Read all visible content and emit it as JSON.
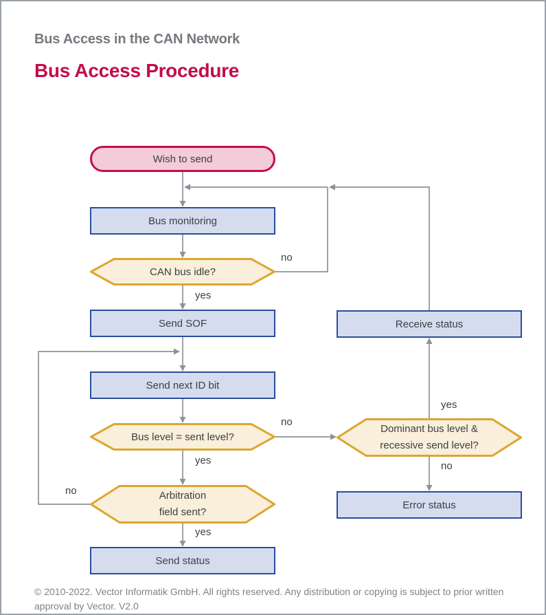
{
  "header": {
    "eyebrow": "Bus Access in the CAN Network",
    "title": "Bus Access Procedure"
  },
  "flowchart": {
    "nodes": {
      "wish_to_send": "Wish to send",
      "bus_monitoring": "Bus monitoring",
      "can_bus_idle": "CAN bus idle?",
      "send_sof": "Send SOF",
      "send_next_id_bit": "Send next ID bit",
      "bus_level_check": "Bus level = sent level?",
      "arbitration_field_sent": "Arbitration\nfield sent?",
      "send_status": "Send status",
      "receive_status": "Receive status",
      "dominant_check": "Dominant bus level &\nrecessive send level?",
      "error_status": "Error status"
    },
    "edge_labels": {
      "can_bus_idle_no": "no",
      "can_bus_idle_yes": "yes",
      "bus_level_no": "no",
      "bus_level_yes": "yes",
      "arbitration_no": "no",
      "arbitration_yes": "yes",
      "dominant_yes": "yes",
      "dominant_no": "no"
    },
    "colors": {
      "terminator_border": "#c30c4c",
      "terminator_fill": "#f4cbd8",
      "process_border": "#2b4d9c",
      "process_fill": "#d4dcee",
      "decision_border": "#dca62f",
      "decision_fill": "#f9efda",
      "connector": "#8c939a"
    }
  },
  "footer": {
    "copyright": "© 2010-2022. Vector Informatik GmbH. All rights reserved. Any distribution or copying is subject to prior written approval by Vector. V2.0"
  }
}
